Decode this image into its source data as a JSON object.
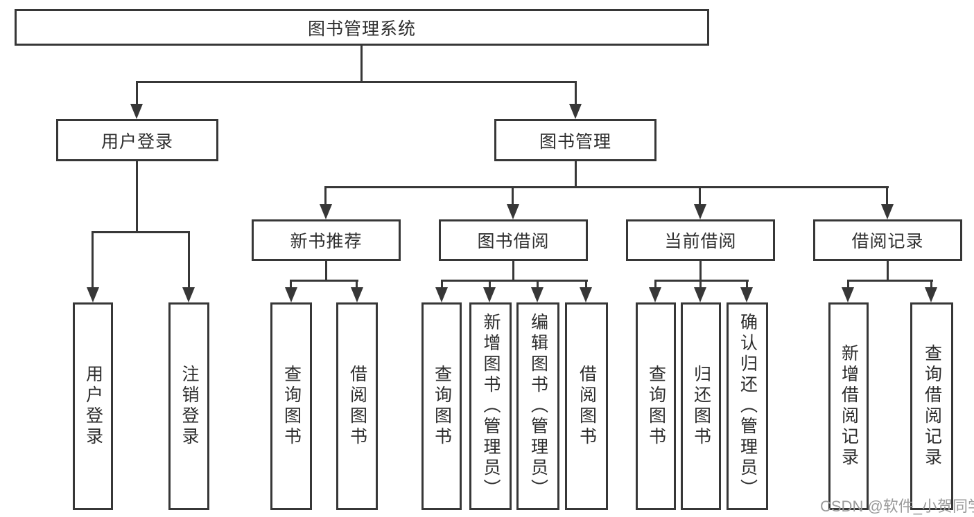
{
  "root": {
    "label": "图书管理系统"
  },
  "level2": [
    {
      "label": "用户登录"
    },
    {
      "label": "图书管理"
    }
  ],
  "level3": [
    {
      "label": "新书推荐",
      "parent": "图书管理"
    },
    {
      "label": "图书借阅",
      "parent": "图书管理"
    },
    {
      "label": "当前借阅",
      "parent": "图书管理"
    },
    {
      "label": "借阅记录",
      "parent": "图书管理"
    }
  ],
  "leaves": [
    {
      "label": "用户登录",
      "parent": "用户登录"
    },
    {
      "label": "注销登录",
      "parent": "用户登录"
    },
    {
      "label": "查询图书",
      "parent": "新书推荐"
    },
    {
      "label": "借阅图书",
      "parent": "新书推荐"
    },
    {
      "label": "查询图书",
      "parent": "图书借阅"
    },
    {
      "label": "新增图书（管理员）",
      "parent": "图书借阅"
    },
    {
      "label": "编辑图书（管理员）",
      "parent": "图书借阅"
    },
    {
      "label": "借阅图书",
      "parent": "图书借阅"
    },
    {
      "label": "查询图书",
      "parent": "当前借阅"
    },
    {
      "label": "归还图书",
      "parent": "当前借阅"
    },
    {
      "label": "确认归还（管理员）",
      "parent": "当前借阅"
    },
    {
      "label": "新增借阅记录",
      "parent": "借阅记录"
    },
    {
      "label": "查询借阅记录",
      "parent": "借阅记录"
    }
  ],
  "watermark": {
    "text": "CSDN @软件_小贺同学"
  },
  "colors": {
    "line": "#373737",
    "box_border": "#373737",
    "box_fill": "#ffffff",
    "text": "#2d2d2d",
    "watermark": "#9b9b9b",
    "background": "#ffffff"
  }
}
